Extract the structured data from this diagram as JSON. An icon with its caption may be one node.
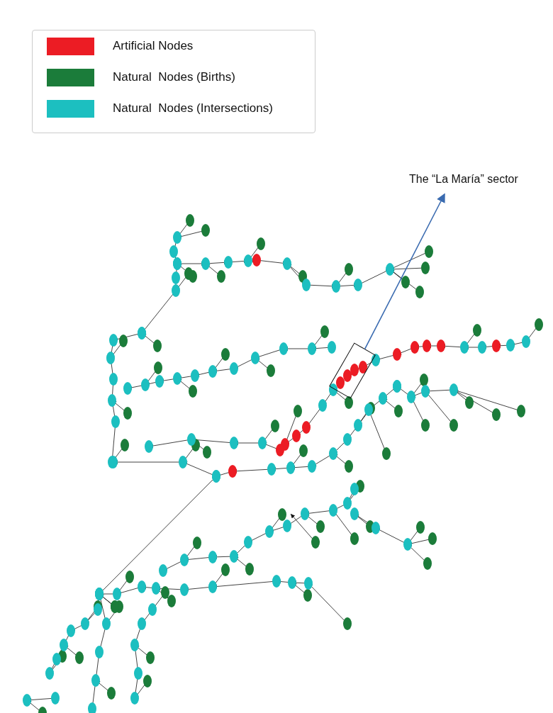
{
  "diagram": {
    "nodes": [
      {
        "text": [
          "The “La María” sector"
        ]
      },
      {
        "text": [],
        "shape": "box"
      }
    ],
    "edges": [
      {
        "from": 1,
        "to": 0,
        "arrow": "to"
      }
    ],
    "legend": [
      {
        "text": "Artificial Nodes",
        "color": "#ec1c24"
      },
      {
        "text": "Natural  Nodes (Births)",
        "color": "#1b7c3a"
      },
      {
        "text": "Natural  Nodes (Intersections)",
        "color": "#1cbfc0"
      }
    ]
  }
}
